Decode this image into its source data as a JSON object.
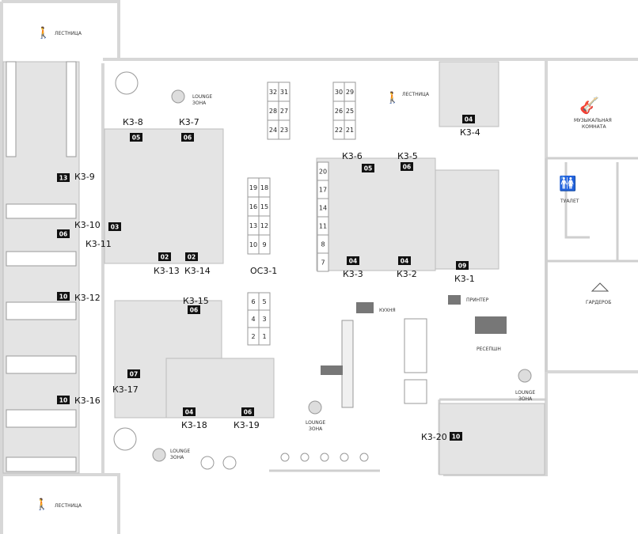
{
  "zones": [
    {
      "id": "k3-9",
      "label": "К3-9",
      "badge": "13"
    },
    {
      "id": "k3-10",
      "label": "К3-10",
      "badge": "06"
    },
    {
      "id": "k3-11",
      "label": "К3-11",
      "badge": "03"
    },
    {
      "id": "k3-12",
      "label": "К3-12",
      "badge": "10"
    },
    {
      "id": "k3-16",
      "label": "К3-16",
      "badge": "10"
    },
    {
      "id": "k3-8",
      "label": "К3-8",
      "badge": "05"
    },
    {
      "id": "k3-7",
      "label": "К3-7",
      "badge": "06"
    },
    {
      "id": "k3-13",
      "label": "К3-13",
      "badge": "02"
    },
    {
      "id": "k3-14",
      "label": "К3-14",
      "badge": "02"
    },
    {
      "id": "k3-15",
      "label": "К3-15",
      "badge": "06"
    },
    {
      "id": "k3-17",
      "label": "К3-17",
      "badge": "07"
    },
    {
      "id": "k3-18",
      "label": "К3-18",
      "badge": "04"
    },
    {
      "id": "k3-19",
      "label": "К3-19",
      "badge": "06"
    },
    {
      "id": "k3-6",
      "label": "К3-6",
      "badge": "05"
    },
    {
      "id": "k3-5",
      "label": "К3-5",
      "badge": "06"
    },
    {
      "id": "k3-3",
      "label": "К3-3",
      "badge": "04"
    },
    {
      "id": "k3-2",
      "label": "К3-2",
      "badge": "04"
    },
    {
      "id": "k3-1",
      "label": "К3-1",
      "badge": "09"
    },
    {
      "id": "k3-4",
      "label": "К3-4",
      "badge": "04"
    },
    {
      "id": "k3-20",
      "label": "К3-20",
      "badge": "10"
    }
  ],
  "oc": {
    "label": "ОС3-1",
    "top_desks": [
      "32",
      "31",
      "28",
      "27",
      "24",
      "23",
      "30",
      "29",
      "26",
      "25",
      "22",
      "21"
    ],
    "center_desks": [
      "19",
      "18",
      "16",
      "15",
      "13",
      "12",
      "10",
      "9"
    ],
    "bottom_desks": [
      "6",
      "5",
      "4",
      "3",
      "2",
      "1"
    ],
    "right_desks": [
      "20",
      "17",
      "14",
      "11",
      "8",
      "7"
    ]
  },
  "rooms": {
    "stairs_top": "ЛЕСТНИЦА",
    "stairs_bottom": "ЛЕСТНИЦА",
    "stairs_mid": "ЛЕСТНИЦА",
    "lounge": "LOUNGE",
    "lounge_zone": "ЗОНА",
    "kitchen": "КУХНЯ",
    "printer": "ПРИНТЕР",
    "reception": "РЕСЕПШН",
    "music_1": "МУЗЫКАЛЬНАЯ",
    "music_2": "КОМНАТА",
    "toilet": "ТУАЛЕТ",
    "wardrobe": "ГАРДЕРОБ"
  }
}
